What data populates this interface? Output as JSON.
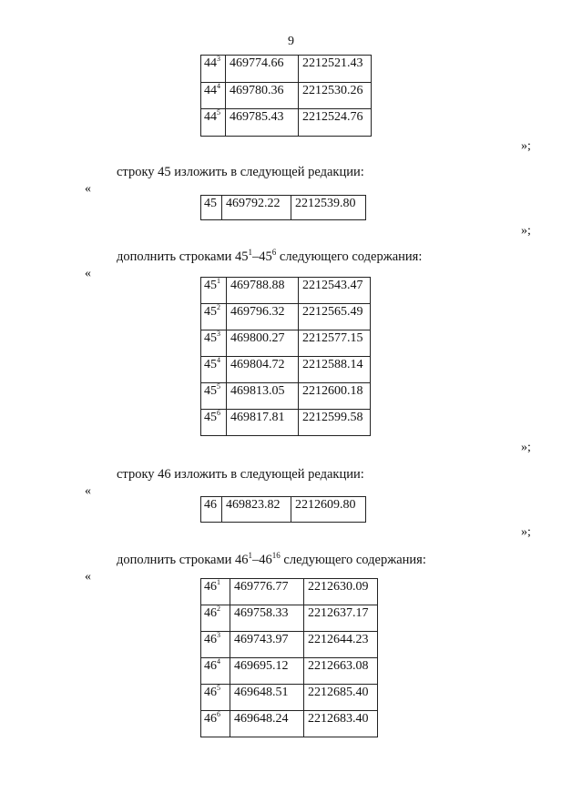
{
  "page_number": "9",
  "open_quote": "«",
  "close_quote": "»;",
  "table_a": {
    "rows": [
      {
        "base": "44",
        "sup": "3",
        "x": "469774.66",
        "y": "2212521.43"
      },
      {
        "base": "44",
        "sup": "4",
        "x": "469780.36",
        "y": "2212530.26"
      },
      {
        "base": "44",
        "sup": "5",
        "x": "469785.43",
        "y": "2212524.76"
      }
    ]
  },
  "para_1": {
    "text": "строку 45 изложить в следующей редакции:"
  },
  "table_b": {
    "rows": [
      {
        "base": "45",
        "sup": "",
        "x": "469792.22",
        "y": "2212539.80"
      }
    ]
  },
  "para_2": {
    "before": "дополнить строками 45",
    "sup1": "1",
    "dash": "–45",
    "sup2": "6",
    "after": " следующего содержания:"
  },
  "table_c": {
    "rows": [
      {
        "base": "45",
        "sup": "1",
        "x": "469788.88",
        "y": "2212543.47"
      },
      {
        "base": "45",
        "sup": "2",
        "x": "469796.32",
        "y": "2212565.49"
      },
      {
        "base": "45",
        "sup": "3",
        "x": "469800.27",
        "y": "2212577.15"
      },
      {
        "base": "45",
        "sup": "4",
        "x": "469804.72",
        "y": "2212588.14"
      },
      {
        "base": "45",
        "sup": "5",
        "x": "469813.05",
        "y": "2212600.18"
      },
      {
        "base": "45",
        "sup": "6",
        "x": "469817.81",
        "y": "2212599.58"
      }
    ]
  },
  "para_3": {
    "text": "строку 46 изложить в следующей редакции:"
  },
  "table_d": {
    "rows": [
      {
        "base": "46",
        "sup": "",
        "x": "469823.82",
        "y": "2212609.80"
      }
    ]
  },
  "para_4": {
    "before": "дополнить строками 46",
    "sup1": "1",
    "dash": "–46",
    "sup2": "16",
    "after": " следующего содержания:"
  },
  "table_e": {
    "rows": [
      {
        "base": "46",
        "sup": "1",
        "x": "469776.77",
        "y": "2212630.09"
      },
      {
        "base": "46",
        "sup": "2",
        "x": "469758.33",
        "y": "2212637.17"
      },
      {
        "base": "46",
        "sup": "3",
        "x": "469743.97",
        "y": "2212644.23"
      },
      {
        "base": "46",
        "sup": "4",
        "x": "469695.12",
        "y": "2212663.08"
      },
      {
        "base": "46",
        "sup": "5",
        "x": "469648.51",
        "y": "2212685.40"
      },
      {
        "base": "46",
        "sup": "6",
        "x": "469648.24",
        "y": "2212683.40"
      }
    ]
  }
}
